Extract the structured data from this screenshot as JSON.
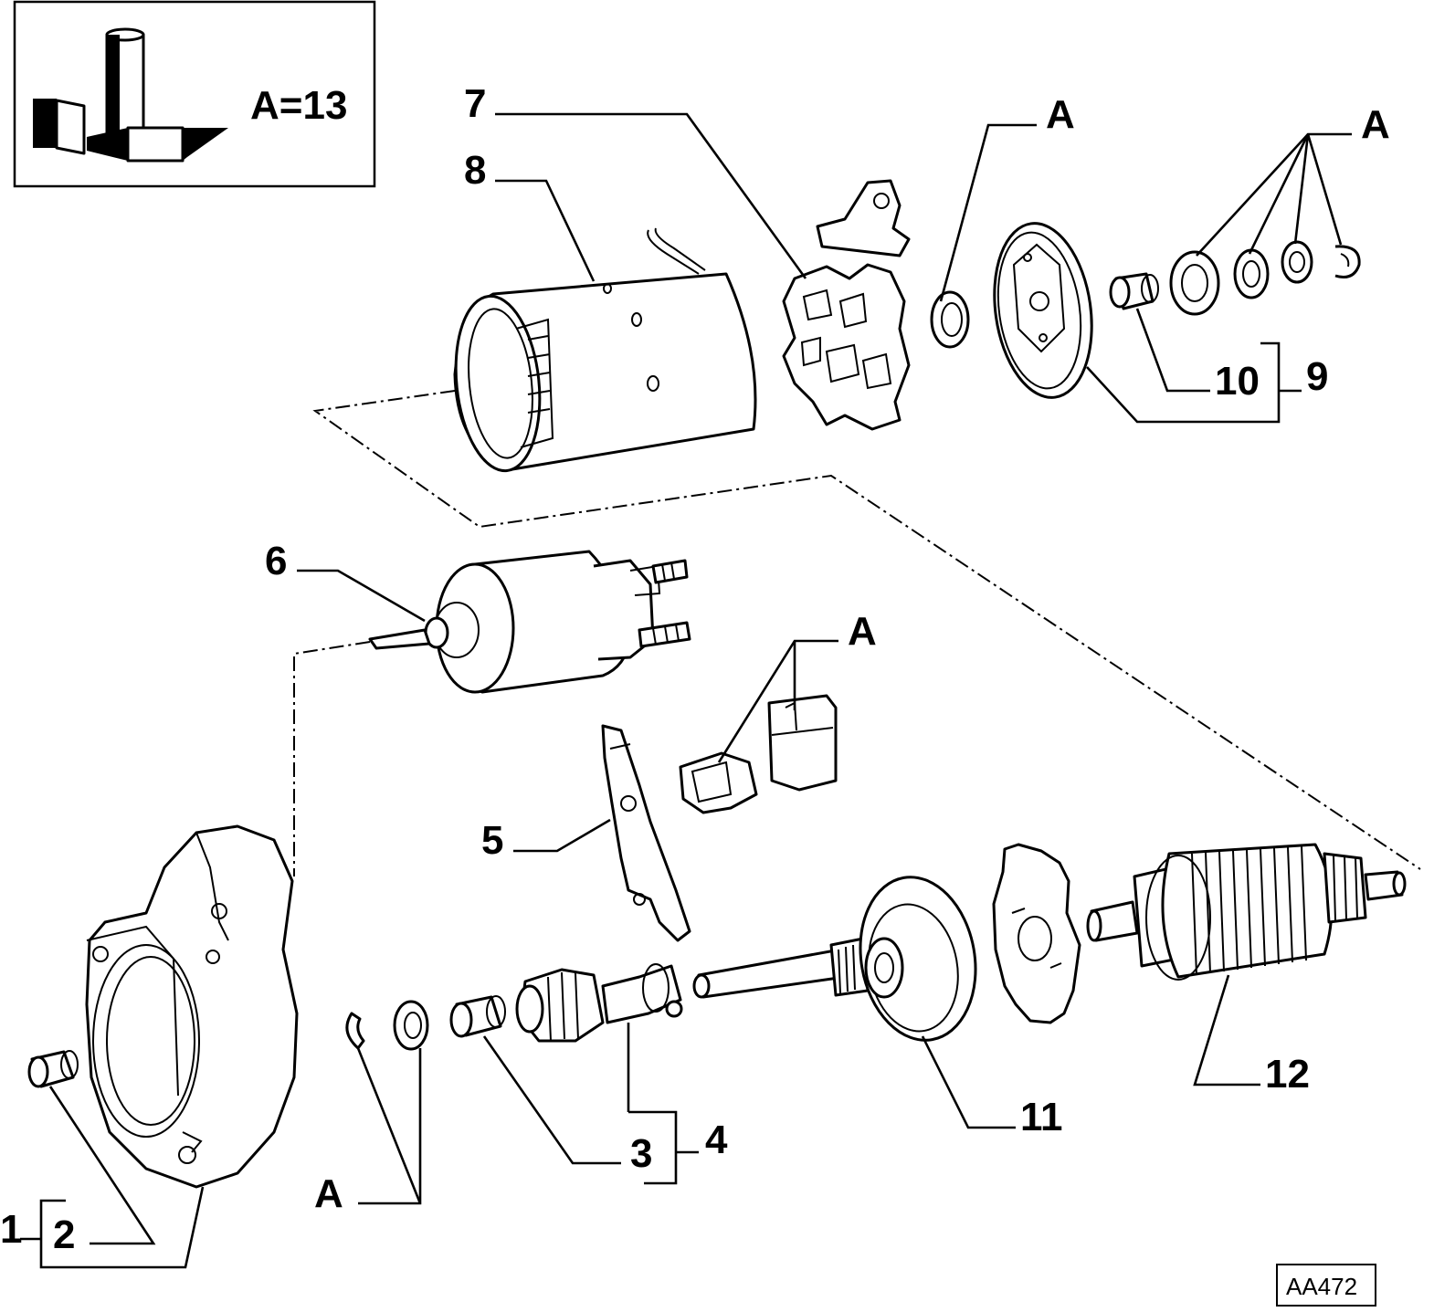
{
  "legend": {
    "equation": "A=13"
  },
  "callouts": {
    "c1": "1",
    "c2": "2",
    "c3": "3",
    "c4": "4",
    "c5": "5",
    "c6": "6",
    "c7": "7",
    "c8": "8",
    "c9": "9",
    "c10": "10",
    "c11": "11",
    "c12": "12",
    "a_top_mid": "A",
    "a_top_right": "A",
    "a_mid": "A",
    "a_bottom": "A"
  },
  "drawing_code": "AA472"
}
